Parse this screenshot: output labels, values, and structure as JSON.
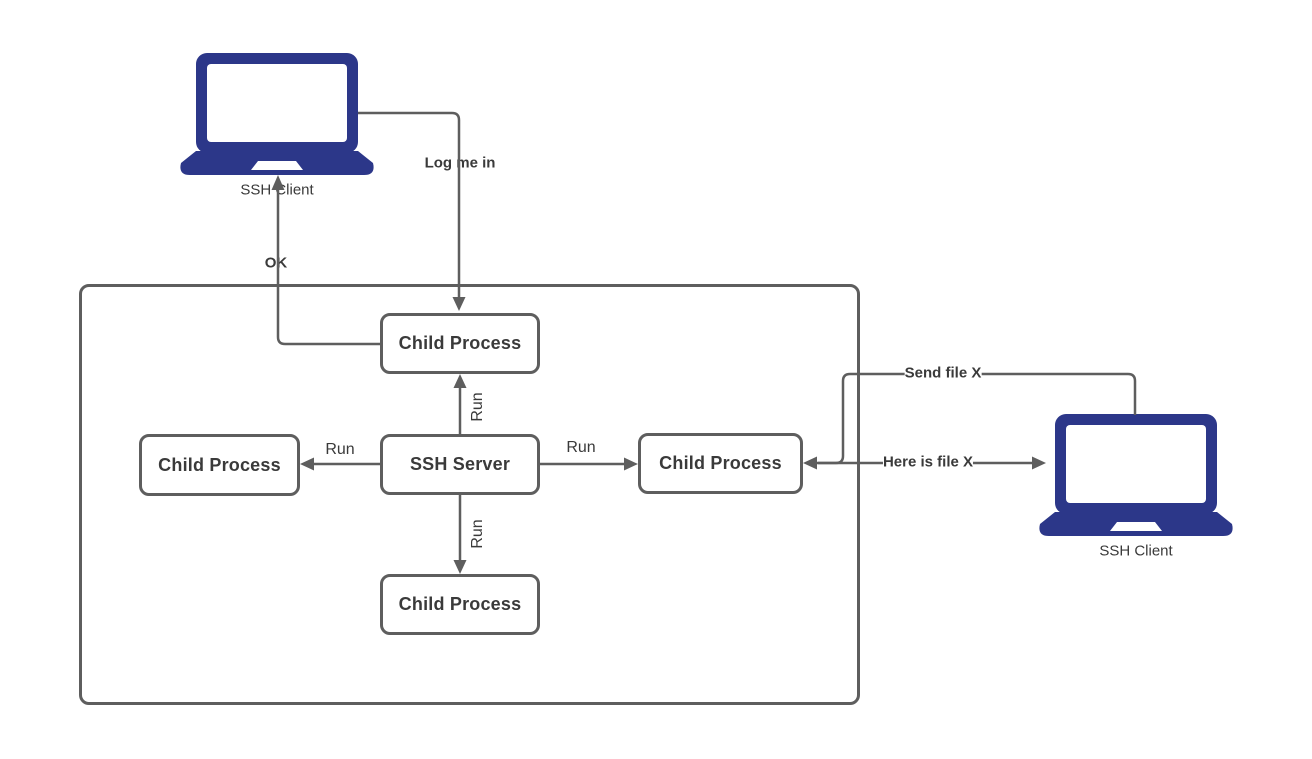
{
  "diagram": {
    "nodes": {
      "child_top": {
        "label": "Child Process"
      },
      "child_left": {
        "label": "Child Process"
      },
      "child_right": {
        "label": "Child Process"
      },
      "child_bottom": {
        "label": "Child Process"
      },
      "ssh_server": {
        "label": "SSH Server"
      }
    },
    "laptops": {
      "left": {
        "label": "SSH Client"
      },
      "right": {
        "label": "SSH Client"
      }
    },
    "edge_labels": {
      "log_me_in": "Log me in",
      "ok": "OK",
      "run_up": "Run",
      "run_down": "Run",
      "run_left": "Run",
      "run_right": "Run",
      "send_file": "Send file X",
      "here_is_file": "Here is file X"
    },
    "colors": {
      "laptop_fill": "#2c3789",
      "connector": "#5e5e5e",
      "text": "#3a3a3a"
    }
  }
}
